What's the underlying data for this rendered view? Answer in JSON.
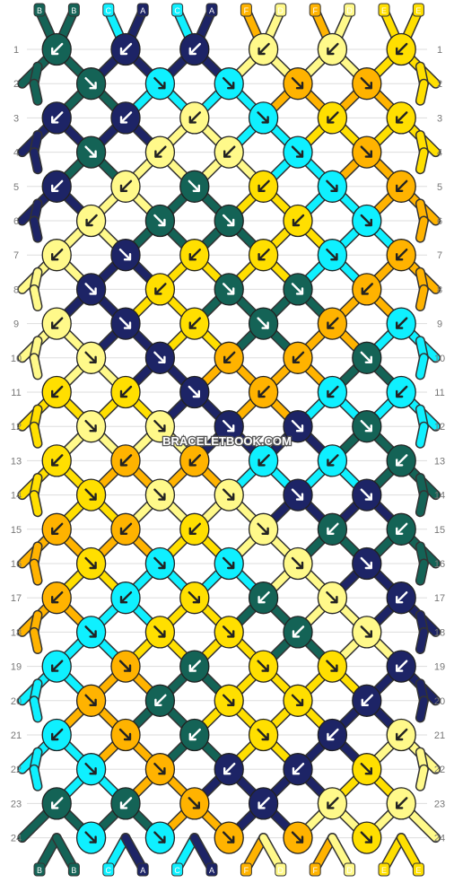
{
  "watermark": "BRACELETBOOK.COM",
  "colors": {
    "B": "#146356",
    "A": "#1d2466",
    "C": "#0ff0ff",
    "F": "#ffb300",
    "D": "#fff98a",
    "E": "#ffdf00"
  },
  "top_strands": [
    "B",
    "B",
    "C",
    "A",
    "C",
    "A",
    "F",
    "D",
    "F",
    "D",
    "E",
    "E"
  ],
  "bottom_strands": [
    "B",
    "B",
    "C",
    "A",
    "C",
    "A",
    "F",
    "D",
    "F",
    "D",
    "E",
    "E"
  ],
  "row_numbers": [
    "1",
    "2",
    "3",
    "4",
    "5",
    "6",
    "7",
    "8",
    "9",
    "10",
    "11",
    "12",
    "13",
    "14",
    "15",
    "16",
    "17",
    "18",
    "19",
    "20",
    "21",
    "22",
    "23",
    "24"
  ],
  "knots": [
    [
      [
        "B",
        "L"
      ],
      [
        "A",
        "L"
      ],
      [
        "A",
        "L"
      ],
      [
        "D",
        "L"
      ],
      [
        "D",
        "L"
      ],
      [
        "E",
        "L"
      ]
    ],
    [
      [
        "B",
        "R"
      ],
      [
        "C",
        "R"
      ],
      [
        "C",
        "R"
      ],
      [
        "F",
        "R"
      ],
      [
        "F",
        "R"
      ]
    ],
    [
      [
        "A",
        "L"
      ],
      [
        "A",
        "L"
      ],
      [
        "D",
        "L"
      ],
      [
        "C",
        "R"
      ],
      [
        "E",
        "L"
      ],
      [
        "E",
        "L"
      ]
    ],
    [
      [
        "B",
        "R"
      ],
      [
        "D",
        "L"
      ],
      [
        "D",
        "L"
      ],
      [
        "C",
        "R"
      ],
      [
        "F",
        "R"
      ]
    ],
    [
      [
        "A",
        "L"
      ],
      [
        "D",
        "L"
      ],
      [
        "B",
        "R"
      ],
      [
        "E",
        "L"
      ],
      [
        "C",
        "R"
      ],
      [
        "F",
        "L"
      ]
    ],
    [
      [
        "D",
        "L"
      ],
      [
        "B",
        "R"
      ],
      [
        "B",
        "R"
      ],
      [
        "E",
        "L"
      ],
      [
        "C",
        "R"
      ]
    ],
    [
      [
        "D",
        "L"
      ],
      [
        "A",
        "R"
      ],
      [
        "E",
        "L"
      ],
      [
        "E",
        "L"
      ],
      [
        "C",
        "R"
      ],
      [
        "F",
        "L"
      ]
    ],
    [
      [
        "A",
        "R"
      ],
      [
        "E",
        "L"
      ],
      [
        "B",
        "R"
      ],
      [
        "B",
        "R"
      ],
      [
        "F",
        "L"
      ]
    ],
    [
      [
        "D",
        "L"
      ],
      [
        "A",
        "R"
      ],
      [
        "E",
        "L"
      ],
      [
        "B",
        "R"
      ],
      [
        "F",
        "L"
      ],
      [
        "C",
        "L"
      ]
    ],
    [
      [
        "D",
        "R"
      ],
      [
        "A",
        "R"
      ],
      [
        "F",
        "L"
      ],
      [
        "F",
        "L"
      ],
      [
        "B",
        "R"
      ]
    ],
    [
      [
        "E",
        "L"
      ],
      [
        "E",
        "L"
      ],
      [
        "A",
        "R"
      ],
      [
        "F",
        "L"
      ],
      [
        "C",
        "L"
      ],
      [
        "C",
        "L"
      ]
    ],
    [
      [
        "D",
        "R"
      ],
      [
        "D",
        "R"
      ],
      [
        "A",
        "R"
      ],
      [
        "A",
        "R"
      ],
      [
        "B",
        "R"
      ]
    ],
    [
      [
        "E",
        "L"
      ],
      [
        "F",
        "L"
      ],
      [
        "F",
        "L"
      ],
      [
        "C",
        "L"
      ],
      [
        "C",
        "L"
      ],
      [
        "B",
        "L"
      ]
    ],
    [
      [
        "E",
        "R"
      ],
      [
        "D",
        "R"
      ],
      [
        "D",
        "R"
      ],
      [
        "A",
        "R"
      ],
      [
        "A",
        "R"
      ]
    ],
    [
      [
        "F",
        "L"
      ],
      [
        "F",
        "L"
      ],
      [
        "E",
        "L"
      ],
      [
        "D",
        "R"
      ],
      [
        "B",
        "L"
      ],
      [
        "B",
        "L"
      ]
    ],
    [
      [
        "E",
        "R"
      ],
      [
        "C",
        "R"
      ],
      [
        "C",
        "R"
      ],
      [
        "D",
        "R"
      ],
      [
        "A",
        "R"
      ]
    ],
    [
      [
        "F",
        "L"
      ],
      [
        "C",
        "L"
      ],
      [
        "E",
        "R"
      ],
      [
        "B",
        "L"
      ],
      [
        "D",
        "R"
      ],
      [
        "A",
        "L"
      ]
    ],
    [
      [
        "C",
        "R"
      ],
      [
        "E",
        "R"
      ],
      [
        "E",
        "R"
      ],
      [
        "B",
        "L"
      ],
      [
        "D",
        "R"
      ]
    ],
    [
      [
        "C",
        "L"
      ],
      [
        "F",
        "R"
      ],
      [
        "B",
        "L"
      ],
      [
        "E",
        "R"
      ],
      [
        "E",
        "R"
      ],
      [
        "A",
        "L"
      ]
    ],
    [
      [
        "F",
        "R"
      ],
      [
        "B",
        "L"
      ],
      [
        "E",
        "R"
      ],
      [
        "E",
        "R"
      ],
      [
        "A",
        "L"
      ]
    ],
    [
      [
        "C",
        "L"
      ],
      [
        "F",
        "R"
      ],
      [
        "B",
        "L"
      ],
      [
        "E",
        "R"
      ],
      [
        "A",
        "L"
      ],
      [
        "D",
        "L"
      ]
    ],
    [
      [
        "C",
        "R"
      ],
      [
        "F",
        "R"
      ],
      [
        "A",
        "L"
      ],
      [
        "A",
        "L"
      ],
      [
        "E",
        "R"
      ]
    ],
    [
      [
        "B",
        "L"
      ],
      [
        "B",
        "L"
      ],
      [
        "F",
        "R"
      ],
      [
        "A",
        "L"
      ],
      [
        "D",
        "L"
      ],
      [
        "D",
        "L"
      ]
    ],
    [
      [
        "C",
        "R"
      ],
      [
        "C",
        "R"
      ],
      [
        "F",
        "R"
      ],
      [
        "F",
        "R"
      ],
      [
        "E",
        "R"
      ]
    ]
  ]
}
